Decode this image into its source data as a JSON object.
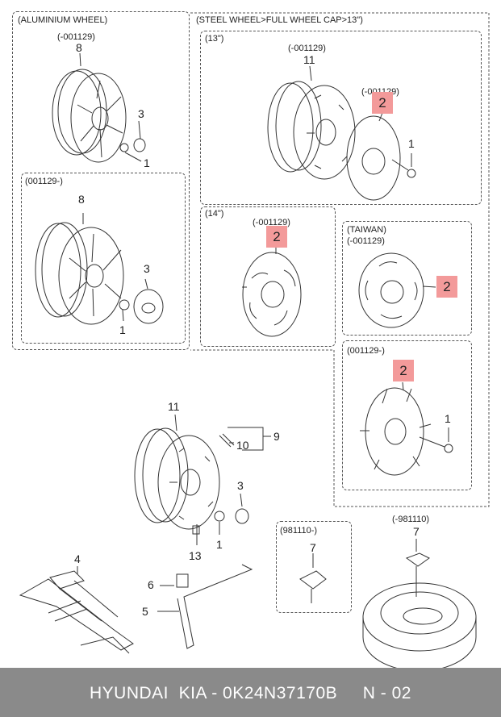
{
  "sections": {
    "aluminium": "(ALUMINIUM WHEEL)",
    "steel": "(STEEL WHEEL>FULL WHEEL CAP>13\")",
    "steel13": "(13\")",
    "steel14": "(14\")",
    "taiwan": "(TAIWAN)"
  },
  "dates": {
    "alu_top": "(-001129)",
    "alu_bottom": "(001129-)",
    "s13_wheel": "(-001129)",
    "s13_cap": "(-001129)",
    "s14_cap": "(-001129)",
    "taiwan": "(-001129)",
    "later_cap": "(001129-)",
    "jack_new": "(981110-)",
    "jack_old": "(-981110)"
  },
  "callouts": {
    "n8a": "8",
    "n3a": "3",
    "n1a": "1",
    "n8b": "8",
    "n3b": "3",
    "n1b": "1",
    "n11a": "11",
    "n2a": "2",
    "n1c": "1",
    "n2b": "2",
    "n2c": "2",
    "n2d": "2",
    "n1d": "1",
    "n11b": "11",
    "n9": "9",
    "n10": "10",
    "n3c": "3",
    "n1e": "1",
    "n13": "13",
    "n4": "4",
    "n6": "6",
    "n5": "5",
    "n7a": "7",
    "n7b": "7"
  },
  "footer": "HYUNDAI  KIA - 0K24N37170B     N - 02",
  "colors": {
    "highlight": "#f39a9a",
    "footer_bg": "#8a8a8a",
    "line": "#333333"
  }
}
